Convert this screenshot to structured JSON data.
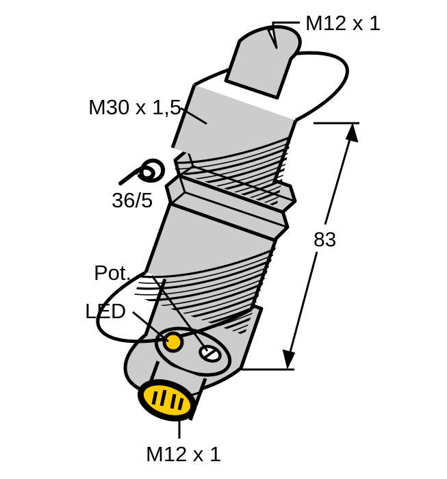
{
  "drawing": {
    "type": "technical-line-drawing",
    "subject": "cylindrical inductive proximity sensor with M30 threaded barrel and M12 connector",
    "background_color": "#ffffff",
    "outline_color": "#000000",
    "body_color": "#cccccc",
    "led_color": "#ffc800",
    "connector_face_color": "#ffcc00",
    "pot_screw_color": "#ffffff"
  },
  "labels": {
    "top_connector": "M12 x 1",
    "barrel_thread": "M30 x 1,5",
    "wrench_size": "36/5",
    "potentiometer": "Pot.",
    "led": "LED",
    "bottom_connector": "M12 x 1"
  },
  "dimensions": {
    "overall_length": "83"
  },
  "icons": {
    "wrench": "wrench-icon",
    "arrow_open": "open-arrowhead",
    "arrow_filled": "filled-arrowhead"
  }
}
